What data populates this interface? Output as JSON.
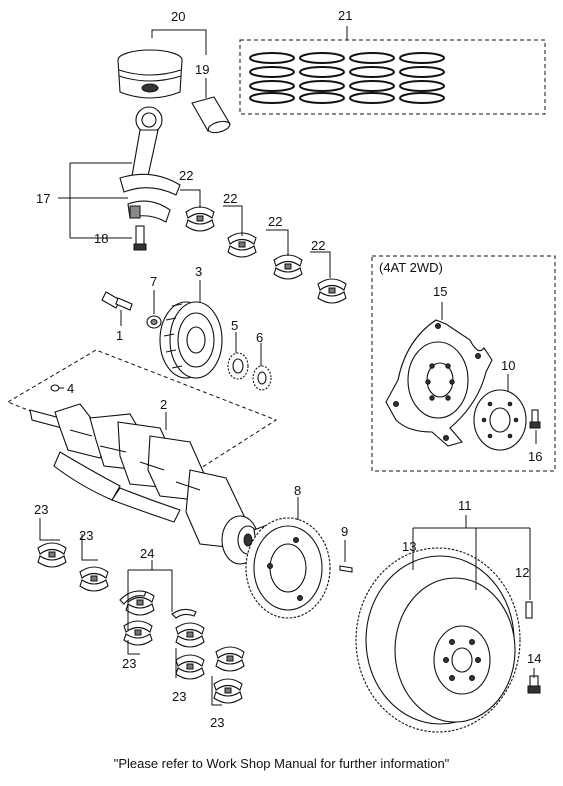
{
  "diagram": {
    "labels": {
      "p1": "1",
      "p2": "2",
      "p3": "3",
      "p4": "4",
      "p5": "5",
      "p6": "6",
      "p7": "7",
      "p8": "8",
      "p9": "9",
      "p10": "10",
      "p11": "11",
      "p12": "12",
      "p13": "13",
      "p14": "14",
      "p15": "15",
      "p16": "16",
      "p17": "17",
      "p18": "18",
      "p19": "19",
      "p20": "20",
      "p21": "21",
      "p22a": "22",
      "p22b": "22",
      "p22c": "22",
      "p22d": "22",
      "p23a": "23",
      "p23b": "23",
      "p23c": "23",
      "p23d": "23",
      "p23e": "23",
      "p24": "24"
    },
    "variant_box_title": "(4AT 2WD)"
  },
  "footer": {
    "note": "\"Please refer to Work Shop Manual for further information\""
  }
}
